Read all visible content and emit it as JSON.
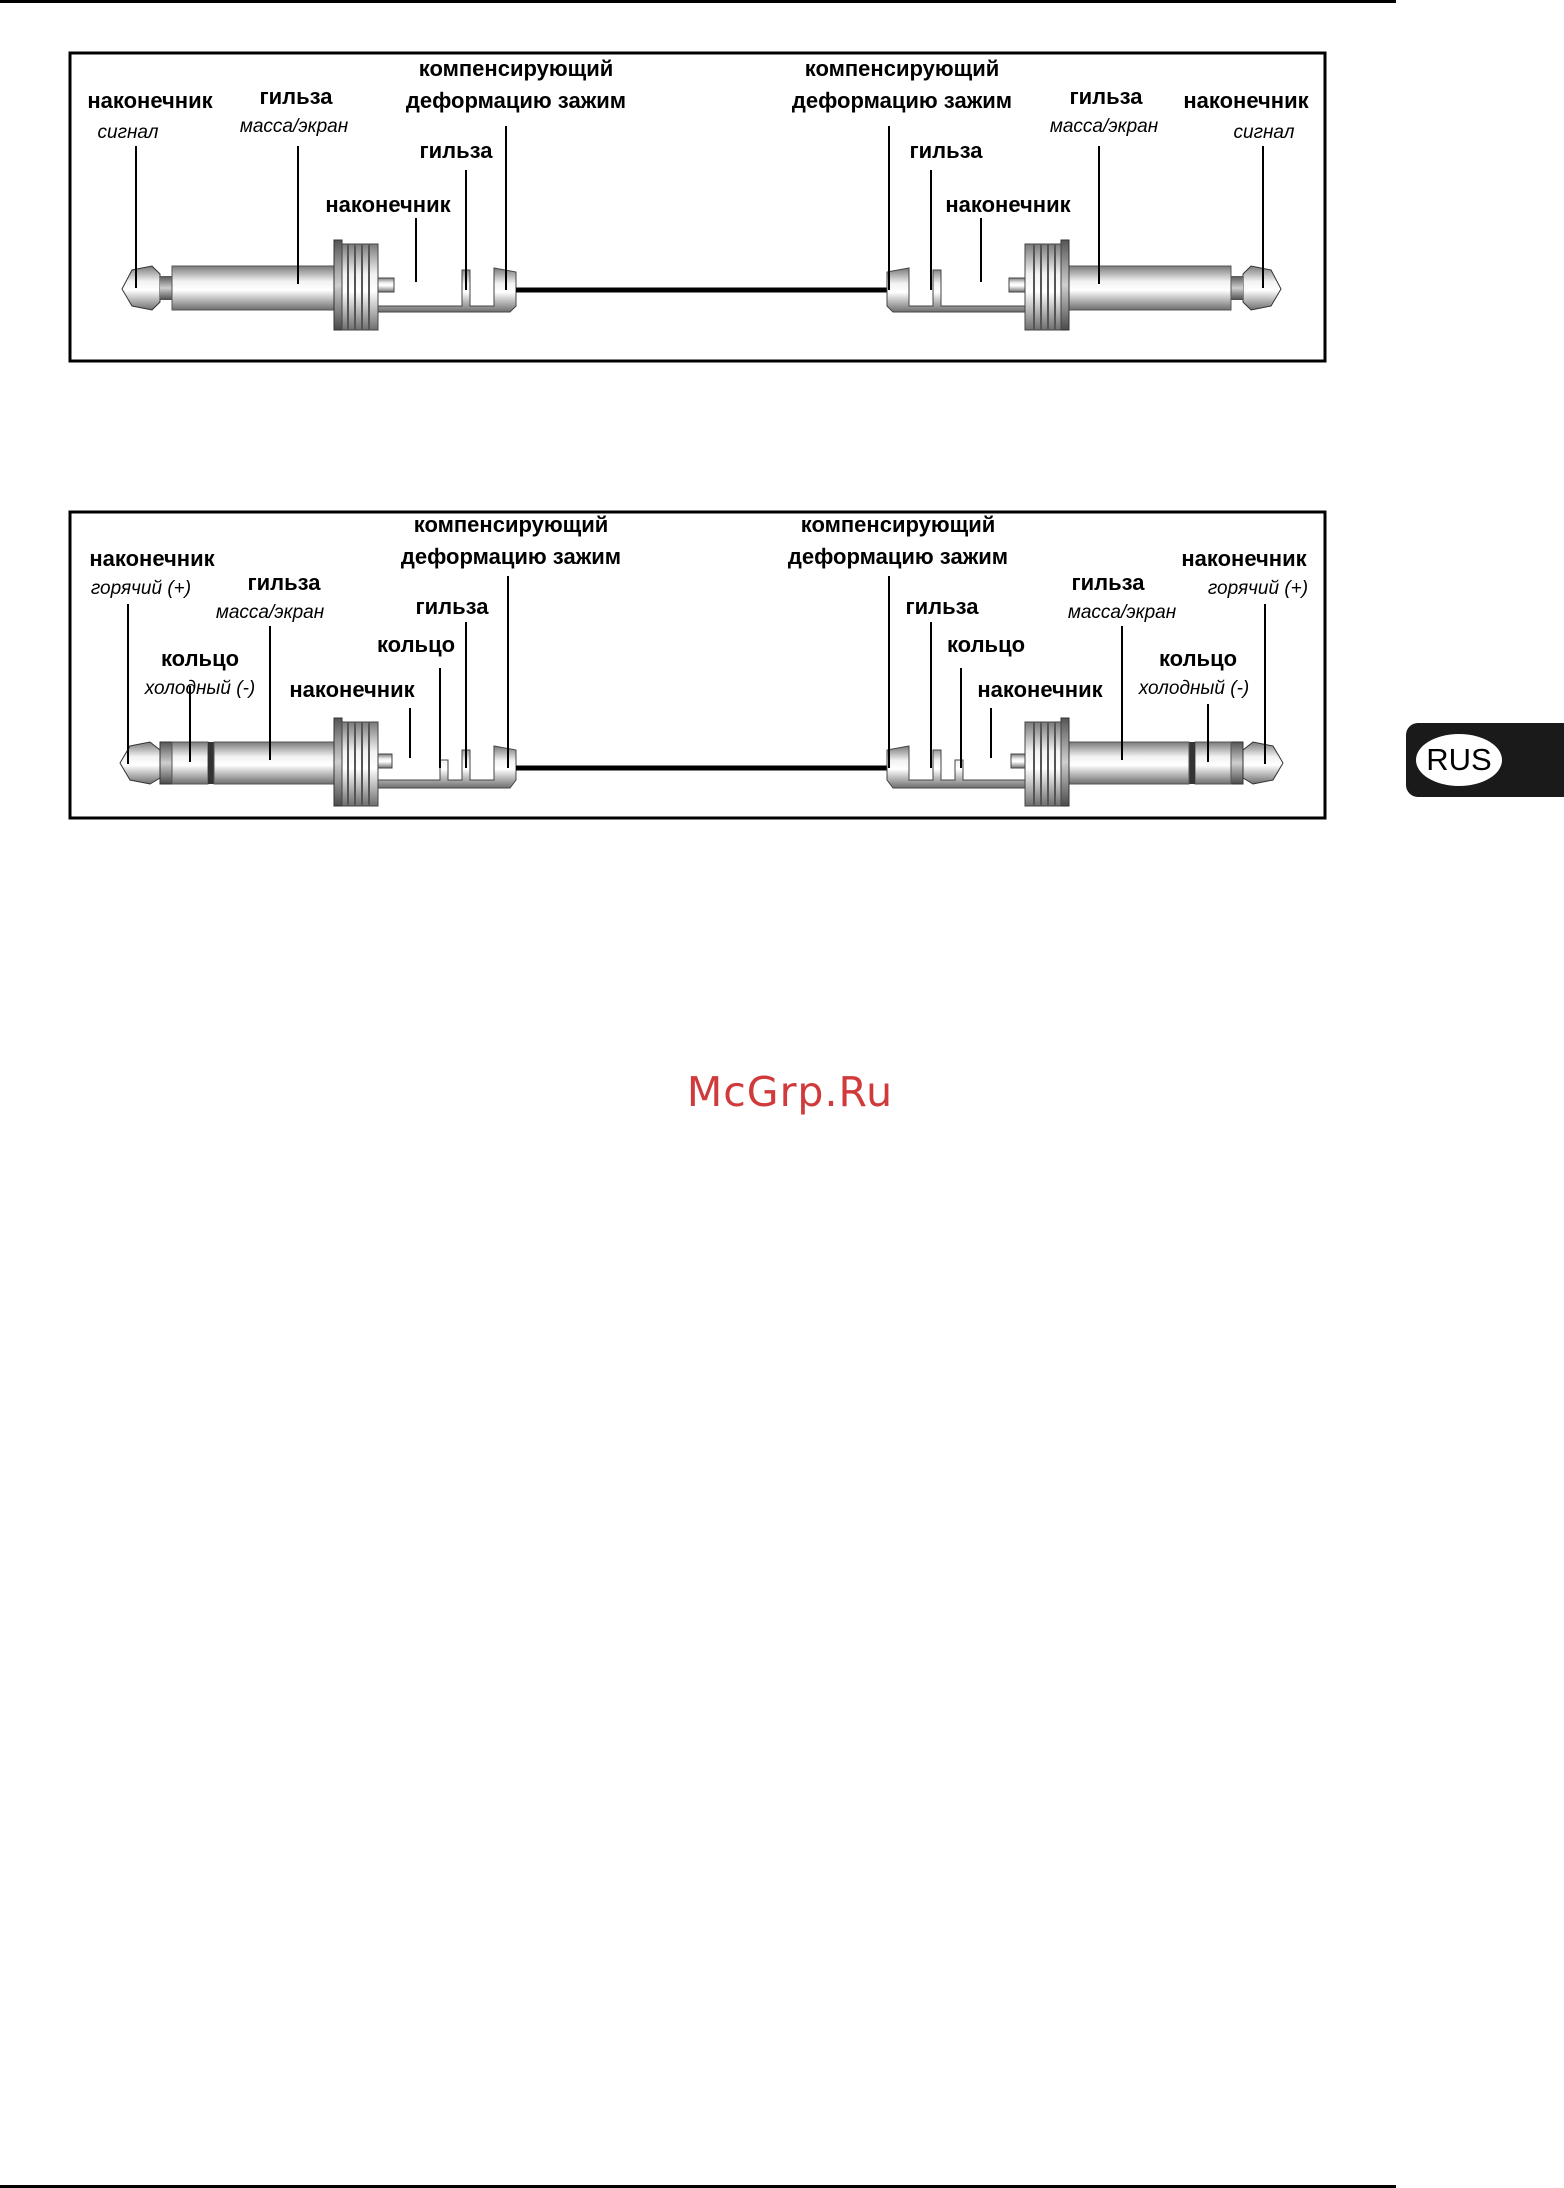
{
  "diagram_mono": {
    "left": {
      "tip": "наконечник",
      "tip_sub": "сигнал",
      "sleeve": "гильза",
      "sleeve_sub": "масса/экран",
      "clamp_line1": "компенсирующий",
      "clamp_line2": "деформацию зажим",
      "inner_sleeve": "гильза",
      "inner_tip": "наконечник"
    },
    "right": {
      "clamp_line1": "компенсирующий",
      "clamp_line2": "деформацию зажим",
      "sleeve": "гильза",
      "sleeve_sub": "масса/экран",
      "tip": "наконечник",
      "tip_sub": "сигнал",
      "inner_sleeve": "гильза",
      "inner_tip": "наконечник"
    }
  },
  "diagram_stereo": {
    "left": {
      "tip": "наконечник",
      "tip_sub": "горячий (+)",
      "sleeve": "гильза",
      "sleeve_sub": "масса/экран",
      "clamp_line1": "компенсирующий",
      "clamp_line2": "деформацию зажим",
      "inner_sleeve": "гильза",
      "inner_ring": "кольцо",
      "ring": "кольцо",
      "ring_sub": "холодный (-)",
      "inner_tip": "наконечник"
    },
    "right": {
      "clamp_line1": "компенсирующий",
      "clamp_line2": "деформацию зажим",
      "inner_sleeve": "гильза",
      "sleeve": "гильза",
      "sleeve_sub": "масса/экран",
      "tip": "наконечник",
      "tip_sub": "горячий (+)",
      "inner_ring": "кольцо",
      "ring": "кольцо",
      "ring_sub": "холодный (-)",
      "inner_tip": "наконечник"
    }
  },
  "watermark": "McGrp.Ru",
  "language_tab": "RUS",
  "colors": {
    "ink": "#000000",
    "watermark": "#d13a3a",
    "tab": "#1a1a1a"
  }
}
